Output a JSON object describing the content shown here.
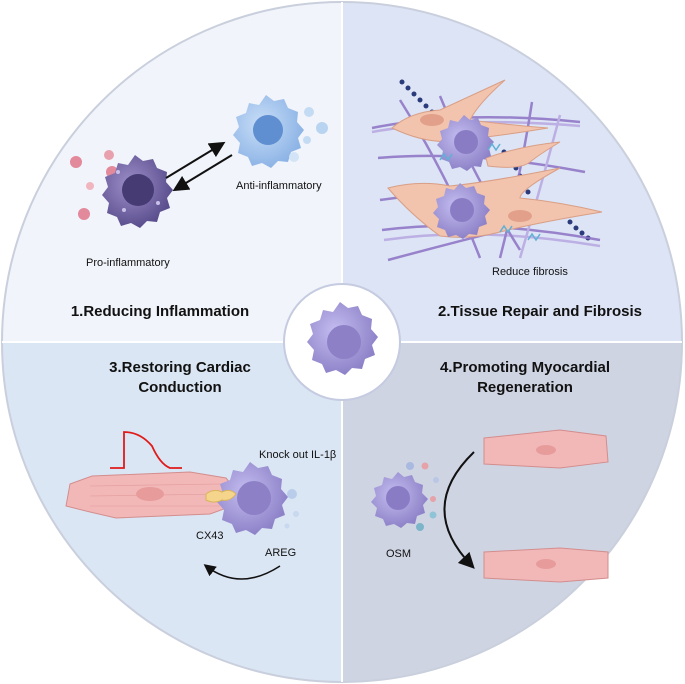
{
  "quadrants": [
    {
      "id": "q1",
      "title": "1.Reducing Inflammation",
      "labels": {
        "pro": "Pro-inflammatory",
        "anti": "Anti-inflammatory"
      }
    },
    {
      "id": "q2",
      "title": "2.Tissue Repair and Fibrosis",
      "labels": {
        "fibrosis": "Reduce fibrosis"
      }
    },
    {
      "id": "q3",
      "title_line1": "3.Restoring Cardiac",
      "title_line2": "Conduction",
      "labels": {
        "knockout": "Knock out IL-1β",
        "cx43": "CX43",
        "areg": "AREG"
      }
    },
    {
      "id": "q4",
      "title_line1": "4.Promoting Myocardial",
      "title_line2": "Regeneration",
      "labels": {
        "osm": "OSM"
      }
    }
  ],
  "colors": {
    "q1_bg": "#f1f4fa",
    "q2_bg": "#dde4f5",
    "q3_bg": "#dbe6f4",
    "q4_bg": "#cfd4e3",
    "macrophage": "#a59ad6",
    "macrophage_dark": "#5e5496",
    "anti_cell": "#9fc2ec",
    "fibroblast": "#f2c3ad",
    "cardiomyocyte": "#f2b8b8",
    "collagen": "#8b72c4",
    "action_potential": "#e01b1b"
  }
}
